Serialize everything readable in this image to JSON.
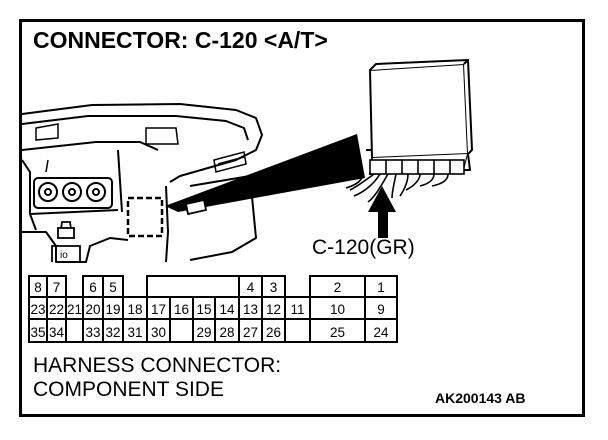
{
  "title": "CONNECTOR: C-120 <A/T>",
  "connector_label": "C-120(GR)",
  "footer": {
    "line1": "HARNESS CONNECTOR:",
    "line2": "COMPONENT SIDE"
  },
  "figure_code": "AK200143 AB",
  "pin_rows": [
    [
      "8",
      "7",
      "",
      "6",
      "5",
      "",
      "",
      "",
      "",
      "",
      "4",
      "3",
      "",
      "2",
      "1"
    ],
    [
      "23",
      "22",
      "21",
      "20",
      "19",
      "18",
      "17",
      "16",
      "15",
      "14",
      "13",
      "12",
      "11",
      "10",
      "9"
    ],
    [
      "35",
      "34",
      "",
      "33",
      "32",
      "31",
      "30",
      "",
      "29",
      "28",
      "27",
      "26",
      "",
      "25",
      "24"
    ]
  ]
}
